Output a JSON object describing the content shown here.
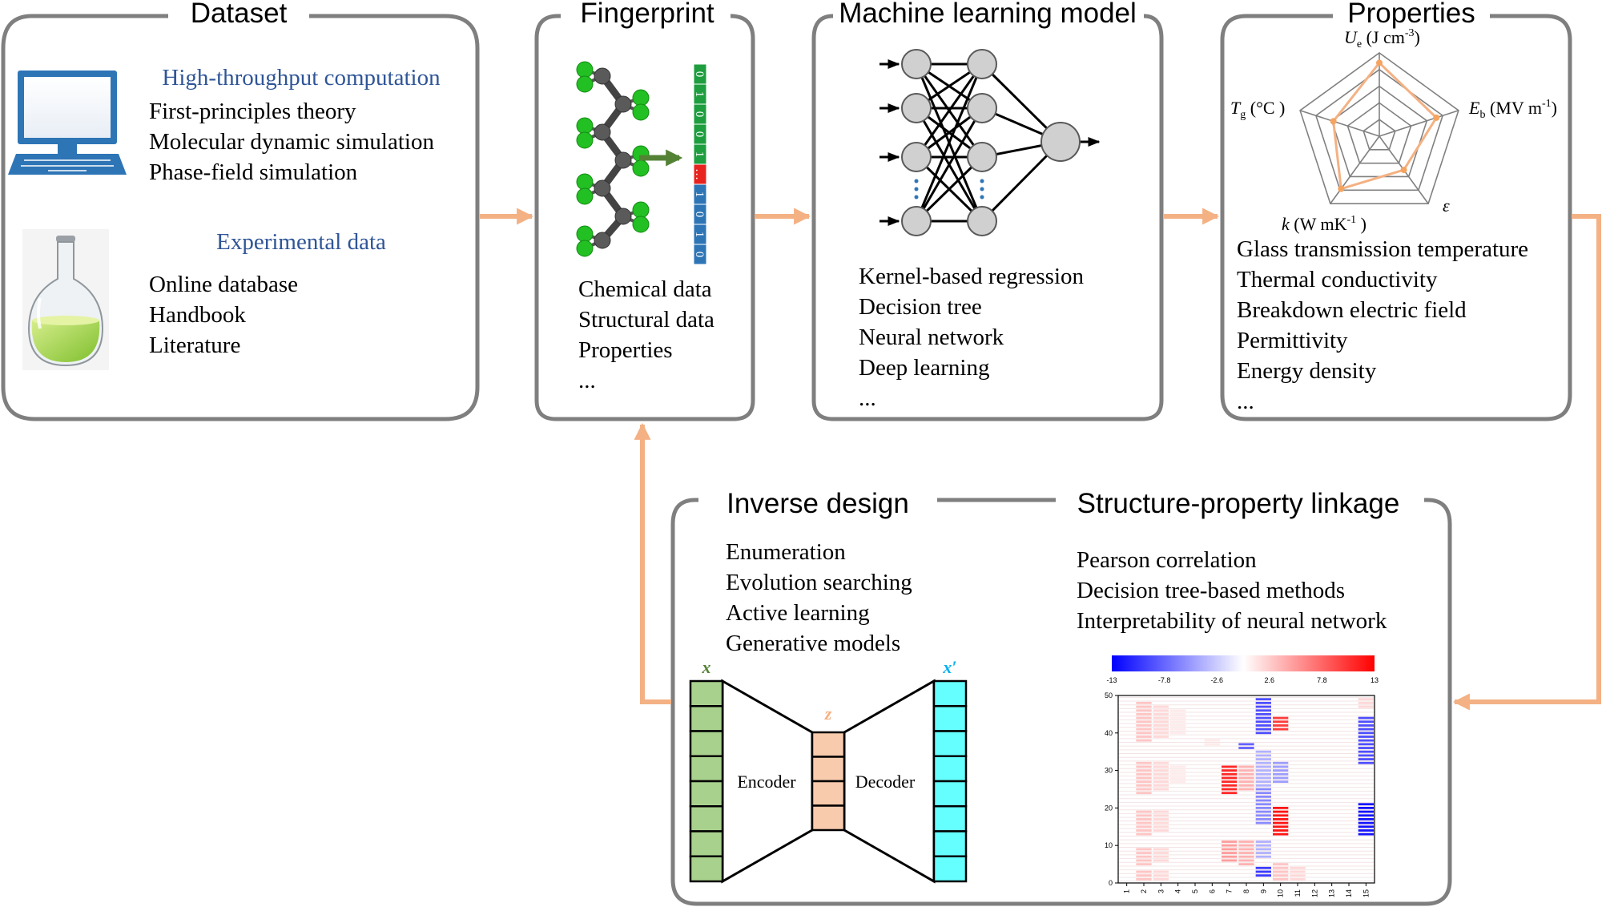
{
  "panels": {
    "dataset": {
      "title": "Dataset",
      "htc_heading": "High-throughput computation",
      "htc_items": [
        "First-principles theory",
        "Molecular dynamic simulation",
        "Phase-field simulation"
      ],
      "exp_heading": "Experimental data",
      "exp_items": [
        "Online database",
        "Handbook",
        "Literature"
      ]
    },
    "fingerprint": {
      "title": "Fingerprint",
      "bits": [
        "0",
        "1",
        "0",
        "0",
        "1",
        "…",
        "1",
        "0",
        "1",
        "0"
      ],
      "items": [
        "Chemical data",
        "Structural data",
        "Properties",
        "..."
      ]
    },
    "ml_model": {
      "title": "Machine learning model",
      "items": [
        "Kernel-based regression",
        "Decision tree",
        "Neural network",
        "Deep learning",
        "..."
      ]
    },
    "properties": {
      "title": "Properties",
      "radar_labels": {
        "ue_sym": "U",
        "ue_sub": "e",
        "ue_unit": " (J cm",
        "ue_sup": "-3",
        "ue_close": ")",
        "eb_sym": "E",
        "eb_sub": "b",
        "eb_unit": " (MV m",
        "eb_sup": "-1",
        "eb_close": ")",
        "eps_sym": "ε",
        "k_sym": "k",
        "k_unit": " (W mK",
        "k_sup": "-1",
        "k_close": " )",
        "tg_sym": "T",
        "tg_sub": "g",
        "tg_unit": " (°C )"
      },
      "radar_values": [
        0.88,
        0.72,
        0.5,
        0.78,
        0.58
      ],
      "items": [
        "Glass transmission temperature",
        "Thermal conductivity",
        "Breakdown electric field",
        "Permittivity",
        "Energy density",
        "..."
      ]
    },
    "inverse_design": {
      "title": "Inverse design",
      "items": [
        "Enumeration",
        "Evolution searching",
        "Active learning",
        "Generative models"
      ],
      "vae": {
        "x_label": "x",
        "z_label": "z",
        "xp_label": "x′",
        "encoder": "Encoder",
        "decoder": "Decoder"
      }
    },
    "linkage": {
      "title": "Structure-property linkage",
      "items": [
        "Pearson correlation",
        "Decision tree-based methods",
        "Interpretability of neural network"
      ]
    }
  },
  "colors": {
    "arrow": "#f4b183",
    "heading_blue": "#2f5597",
    "fp_green": "#1e9e3e",
    "fp_blue": "#2e75b6",
    "fp_red": "#e8231e",
    "vae_green": "#a9d18e",
    "vae_orange": "#f8cbad",
    "vae_cyan": "#66ffff",
    "x_label": "#548235",
    "z_label": "#f4b183",
    "xp_label": "#00b0f0"
  },
  "chart_data": {
    "type": "heatmap",
    "colorbar_ticks": [
      "-13",
      "-7.8",
      "-2.6",
      "2.6",
      "7.8",
      "13"
    ],
    "color_range": [
      -13,
      13
    ],
    "x_ticks": [
      "1",
      "2",
      "3",
      "4",
      "5",
      "6",
      "7",
      "8",
      "9",
      "10",
      "11",
      "12",
      "13",
      "14",
      "15"
    ],
    "y_ticks": [
      "0",
      "10",
      "20",
      "30",
      "40",
      "50"
    ],
    "xlim": [
      0.5,
      15.5
    ],
    "ylim": [
      0,
      50
    ],
    "columns": [
      {
        "x": 2,
        "ranges": [
          [
            1,
            3,
            3
          ],
          [
            5,
            9,
            3
          ],
          [
            13,
            19,
            3
          ],
          [
            24,
            32,
            3
          ],
          [
            38,
            48,
            3
          ]
        ]
      },
      {
        "x": 3,
        "ranges": [
          [
            1,
            3,
            2
          ],
          [
            6,
            9,
            2
          ],
          [
            14,
            19,
            2
          ],
          [
            25,
            32,
            2
          ],
          [
            39,
            47,
            2
          ]
        ]
      },
      {
        "x": 4,
        "ranges": [
          [
            27,
            31,
            1
          ],
          [
            40,
            46,
            1
          ]
        ]
      },
      {
        "x": 6,
        "ranges": [
          [
            37,
            38,
            1
          ]
        ]
      },
      {
        "x": 7,
        "ranges": [
          [
            6,
            11,
            5
          ],
          [
            24,
            31,
            11
          ]
        ]
      },
      {
        "x": 8,
        "ranges": [
          [
            5,
            11,
            4
          ],
          [
            25,
            31,
            4
          ],
          [
            36,
            37,
            -8
          ]
        ]
      },
      {
        "x": 9,
        "ranges": [
          [
            2,
            4,
            -10
          ],
          [
            7,
            11,
            -4
          ],
          [
            16,
            25,
            -6
          ],
          [
            26,
            35,
            -4
          ],
          [
            40,
            49,
            -9
          ]
        ]
      },
      {
        "x": 10,
        "ranges": [
          [
            1,
            5,
            3
          ],
          [
            13,
            20,
            12
          ],
          [
            27,
            32,
            -5
          ],
          [
            41,
            44,
            10
          ]
        ]
      },
      {
        "x": 11,
        "ranges": [
          [
            1,
            4,
            2
          ]
        ]
      },
      {
        "x": 15,
        "ranges": [
          [
            13,
            21,
            -12
          ],
          [
            32,
            44,
            -9
          ],
          [
            47,
            49,
            2
          ]
        ]
      }
    ]
  }
}
